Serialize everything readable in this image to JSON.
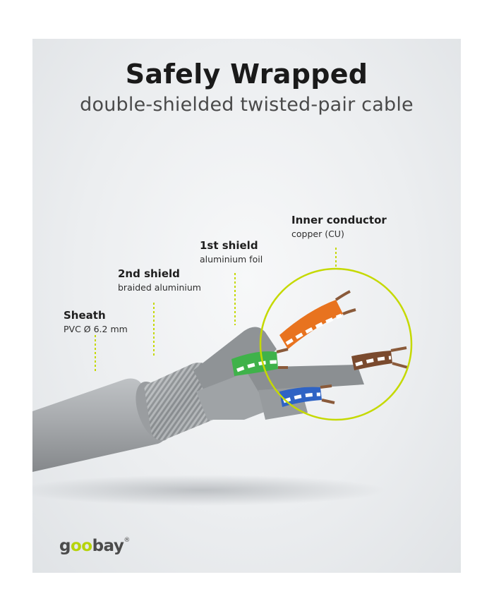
{
  "header": {
    "title": "Safely Wrapped",
    "subtitle": "double-shielded twisted-pair cable"
  },
  "labels": {
    "sheath": {
      "title": "Sheath",
      "detail": "PVC Ø 6.2 mm"
    },
    "second_shield": {
      "title": "2nd shield",
      "detail": "braided aluminium"
    },
    "first_shield": {
      "title": "1st shield",
      "detail": "aluminium foil"
    },
    "inner_conductor": {
      "title": "Inner conductor",
      "detail": "copper (CU)"
    }
  },
  "brand": {
    "prefix": "g",
    "oo": "oo",
    "suffix": "bay",
    "reg": "®"
  },
  "colors": {
    "accent": "#c5d900",
    "pair_orange": "#e8731f",
    "pair_green": "#3fb24a",
    "pair_brown": "#7a4a2e",
    "pair_blue": "#2f63c4",
    "sheath": "#a4a7aa"
  }
}
